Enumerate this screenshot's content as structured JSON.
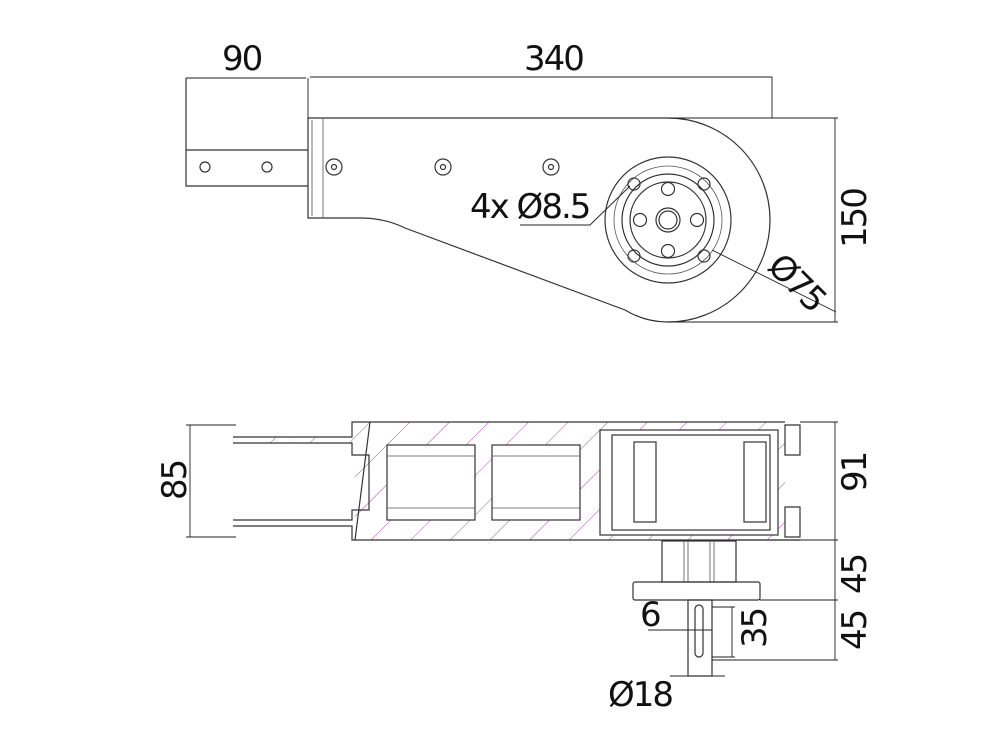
{
  "title": "Rotary arm bracket technical drawing",
  "colors": {
    "line": "#333333",
    "hatch": "#b050b0"
  },
  "top_view": {
    "dim_bracket_width": "90",
    "dim_arm_length": "340",
    "dim_height": "150",
    "hole_callout": "4x Ø8.5",
    "flange_diameter": "Ø75"
  },
  "section_view": {
    "dim_bracket_height": "85",
    "dim_body_height": "91",
    "dim_hub_height": "45",
    "dim_shaft_height": "45",
    "dim_key_width": "6",
    "dim_key_length": "35",
    "shaft_diameter": "Ø18"
  }
}
